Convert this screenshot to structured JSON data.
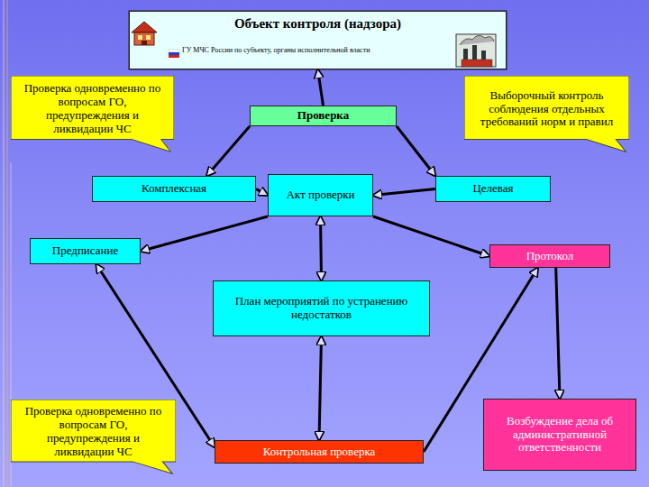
{
  "diagram": {
    "nodes": [
      {
        "text": [
          "Объект контроля (надзора)",
          "ГУ МЧС России по субъекту, органы исполнительной власти"
        ]
      },
      {
        "text": [
          "Проверка одновременно по вопросам ГО, предупреждения и ликвидации ЧС"
        ]
      },
      {
        "text": [
          "Выборочный контроль соблюдения отдельных требований норм и правил"
        ]
      },
      {
        "text": [
          "Проверка"
        ]
      },
      {
        "text": [
          "Комплексная"
        ]
      },
      {
        "text": [
          "Акт проверки"
        ]
      },
      {
        "text": [
          "Целевая"
        ]
      },
      {
        "text": [
          "Предписание"
        ]
      },
      {
        "text": [
          "Протокол"
        ]
      },
      {
        "text": [
          "План мероприятий по устранению недостатков"
        ]
      },
      {
        "text": [
          "Возбуждение дела об административной ответственности"
        ]
      },
      {
        "text": [
          "Проверка одновременно по вопросам ГО, предупреждения и ликвидации ЧС"
        ]
      },
      {
        "text": [
          "Контрольная проверка"
        ]
      }
    ],
    "edges": [
      {
        "from": 3,
        "to": 0,
        "arrow": "to"
      },
      {
        "from": 3,
        "to": 4,
        "arrow": "to"
      },
      {
        "from": 3,
        "to": 6,
        "arrow": "to"
      },
      {
        "from": 4,
        "to": 5,
        "arrow": "to"
      },
      {
        "from": 6,
        "to": 5,
        "arrow": "to"
      },
      {
        "from": 5,
        "to": 7,
        "arrow": "to"
      },
      {
        "from": 5,
        "to": 8,
        "arrow": "to"
      },
      {
        "from": 5,
        "to": 9,
        "arrow": "both"
      },
      {
        "from": 9,
        "to": 12,
        "arrow": "both"
      },
      {
        "from": 7,
        "to": 12,
        "arrow": "both"
      },
      {
        "from": 12,
        "to": 8,
        "arrow": "to"
      },
      {
        "from": 8,
        "to": 10,
        "arrow": "to"
      }
    ]
  }
}
